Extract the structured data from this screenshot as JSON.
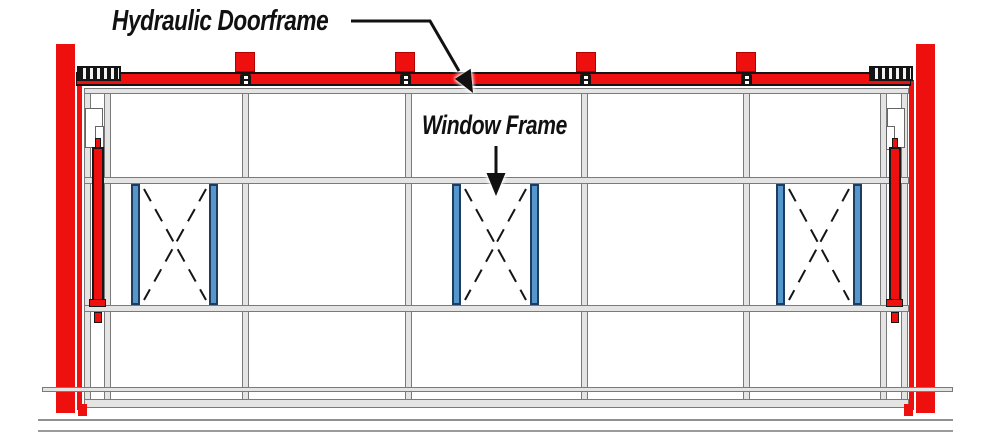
{
  "diagram": {
    "type": "hydraulic-door-elevation",
    "labels": {
      "hydraulic_doorframe": "Hydraulic Doorframe",
      "window_frame": "Window Frame"
    },
    "colors": {
      "red": "#ee0f0f",
      "steel_gray_fill": "#e4e4e4",
      "steel_gray_border": "#7a7a7a",
      "window_stile_blue": "#5596cb",
      "window_stile_border": "#1e3c5f",
      "ink_black": "#141414",
      "ground_gray": "#909090"
    },
    "counts": {
      "side_posts": 2,
      "hydraulic_cylinders": 2,
      "top_mounting_blocks": 4,
      "hinge_plates": 2,
      "window_frames": 3,
      "frame_bays": 5,
      "ground_lines": 2
    }
  }
}
